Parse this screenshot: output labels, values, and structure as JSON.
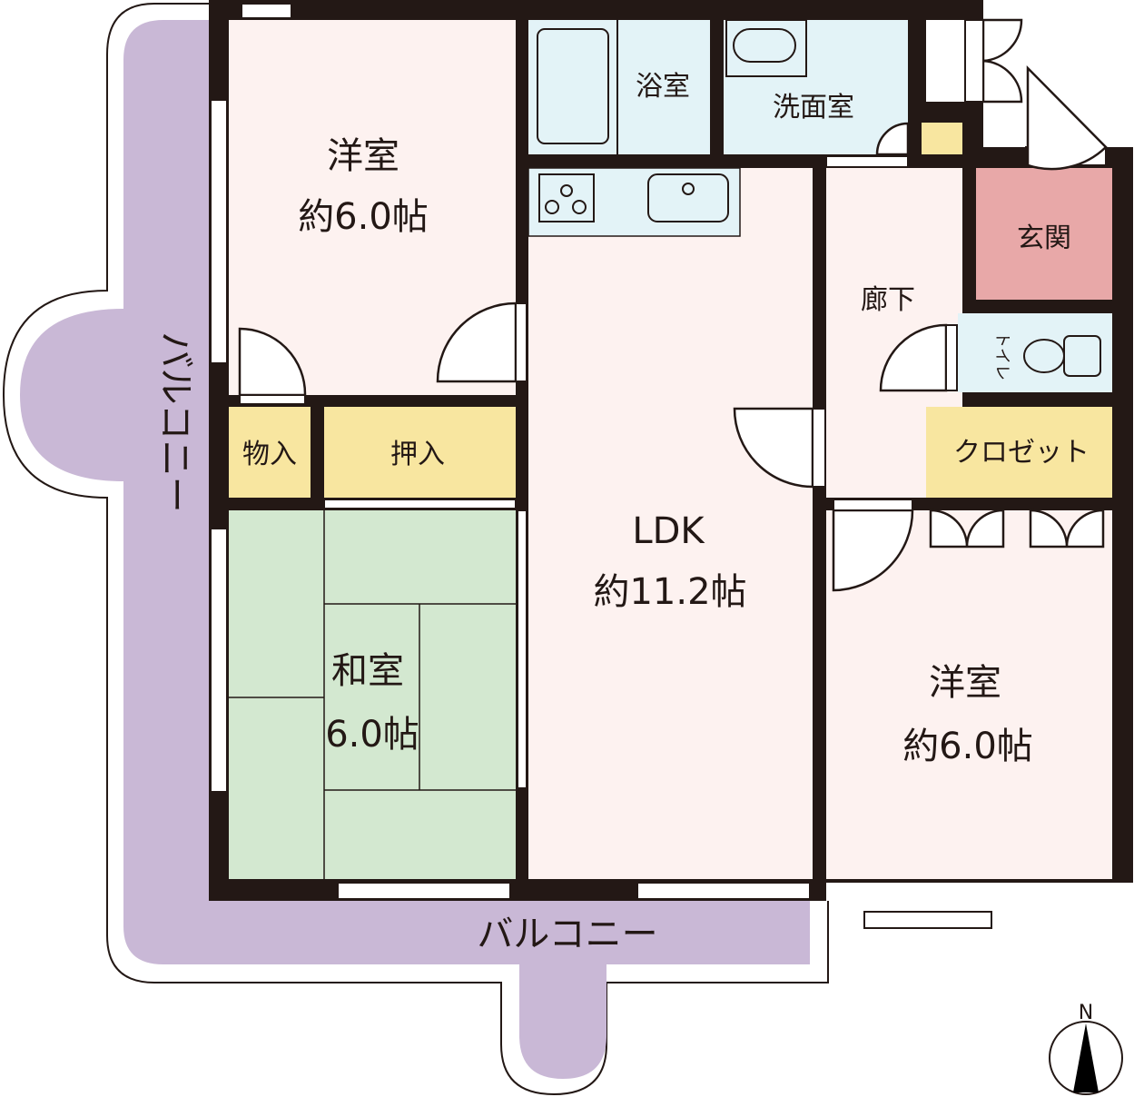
{
  "rooms": {
    "western1": {
      "name": "洋室",
      "size": "約6.0帖"
    },
    "storage": {
      "name": "物入"
    },
    "closet_jp": {
      "name": "押入"
    },
    "japanese": {
      "name": "和室",
      "size": "6.0帖"
    },
    "bath": {
      "name": "浴室"
    },
    "washroom": {
      "name": "洗面室"
    },
    "ldk": {
      "name": "LDK",
      "size": "約11.2帖"
    },
    "hallway": {
      "name": "廊下"
    },
    "entrance": {
      "name": "玄関"
    },
    "toilet": {
      "name": "トイレ"
    },
    "closet": {
      "name": "クロゼット"
    },
    "western2": {
      "name": "洋室",
      "size": "約6.0帖"
    }
  },
  "balcony": {
    "left": "バルコニー",
    "bottom": "バルコニー"
  },
  "compass": {
    "north": "N"
  },
  "colors": {
    "wall": "#231815",
    "western": "#fdf2f0",
    "wet": "#e3f3f7",
    "storage": "#f8e6a0",
    "tatami": "#d3e8d0",
    "entrance": "#e8a8a8",
    "balcony": "#c9b8d6"
  }
}
